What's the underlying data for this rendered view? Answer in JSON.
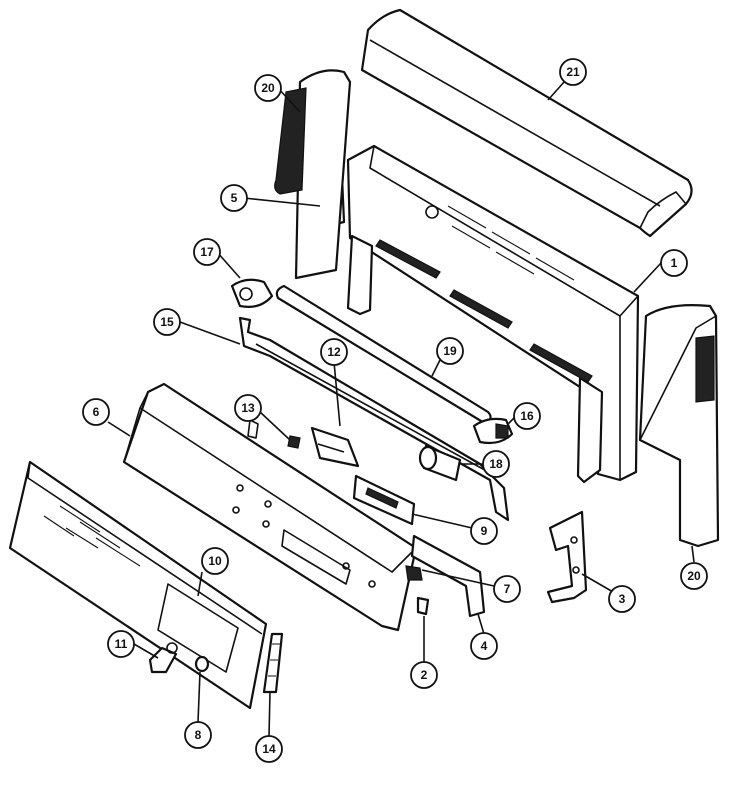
{
  "callouts": [
    {
      "id": "c1",
      "label": "1"
    },
    {
      "id": "c2",
      "label": "2"
    },
    {
      "id": "c3",
      "label": "3"
    },
    {
      "id": "c4",
      "label": "4"
    },
    {
      "id": "c5",
      "label": "5"
    },
    {
      "id": "c6",
      "label": "6"
    },
    {
      "id": "c7",
      "label": "7"
    },
    {
      "id": "c8",
      "label": "8"
    },
    {
      "id": "c9",
      "label": "9"
    },
    {
      "id": "c10",
      "label": "10"
    },
    {
      "id": "c11",
      "label": "11"
    },
    {
      "id": "c12",
      "label": "12"
    },
    {
      "id": "c13",
      "label": "13"
    },
    {
      "id": "c14",
      "label": "14"
    },
    {
      "id": "c15",
      "label": "15"
    },
    {
      "id": "c16",
      "label": "16"
    },
    {
      "id": "c17",
      "label": "17"
    },
    {
      "id": "c18",
      "label": "18"
    },
    {
      "id": "c19",
      "label": "19"
    },
    {
      "id": "c20a",
      "label": "20"
    },
    {
      "id": "c20b",
      "label": "20"
    },
    {
      "id": "c21",
      "label": "21"
    }
  ],
  "colors": {
    "line": "#111111",
    "background": "#ffffff"
  }
}
